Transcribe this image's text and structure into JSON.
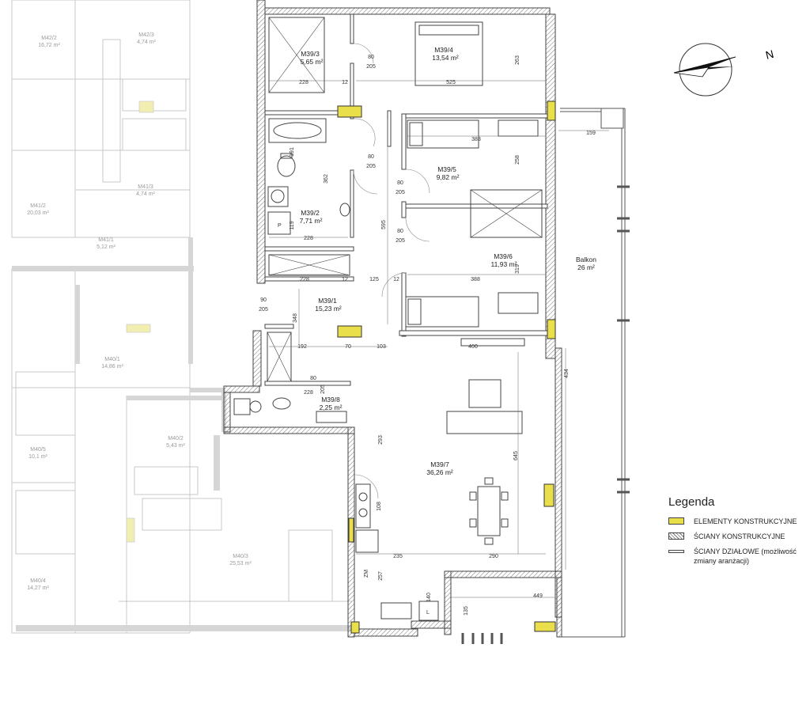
{
  "rooms": [
    {
      "id": "M39/3",
      "area": "5,65 m²"
    },
    {
      "id": "M39/4",
      "area": "13,54 m²"
    },
    {
      "id": "M39/5",
      "area": "9,82 m²"
    },
    {
      "id": "M39/2",
      "area": "7,71 m²"
    },
    {
      "id": "M39/6",
      "area": "11,93 m²"
    },
    {
      "id": "M39/1",
      "area": "15,23 m²"
    },
    {
      "id": "M39/8",
      "area": "2,25 m²"
    },
    {
      "id": "M39/7",
      "area": "36,26 m²"
    },
    {
      "id": "Balkon",
      "area": "26 m²"
    }
  ],
  "neighbor_rooms": [
    {
      "id": "M42/2",
      "area": "16,72 m²"
    },
    {
      "id": "M42/3",
      "area": "4,74 m²"
    },
    {
      "id": "M41/2",
      "area": "20,03 m²"
    },
    {
      "id": "M41/3",
      "area": "4,74 m²"
    },
    {
      "id": "M41/1",
      "area": "5,12 m²"
    },
    {
      "id": "M40/1",
      "area": "14,86 m²"
    },
    {
      "id": "M40/2",
      "area": "5,43 m²"
    },
    {
      "id": "M40/5",
      "area": "10,1 m²"
    },
    {
      "id": "M40/3",
      "area": "25,53 m²"
    },
    {
      "id": "M40/4",
      "area": "14,27 m²"
    }
  ],
  "dimensions": [
    "228",
    "12",
    "525",
    "80",
    "205",
    "263",
    "388",
    "258",
    "159",
    "191",
    "362",
    "119",
    "595",
    "125",
    "319",
    "90",
    "348",
    "192",
    "70",
    "103",
    "400",
    "434",
    "293",
    "645",
    "108",
    "235",
    "290",
    "257",
    "140",
    "135",
    "449"
  ],
  "appliance_labels": {
    "fridge": "ZM",
    "washer": "P",
    "laundry": "L"
  },
  "compass_label": "N",
  "legend": {
    "title": "Legenda",
    "items": [
      {
        "label": "ELEMENTY KONSTRUKCYJNE",
        "swatch": "#e8df4a"
      },
      {
        "label": "ŚCIANY KONSTRUKCYJNE",
        "swatch": "hatch"
      },
      {
        "label": "ŚCIANY DZIAŁOWE (możliwość zmiany aranżacji)",
        "swatch": "outline"
      }
    ]
  },
  "colors": {
    "structural": "#e8df4a",
    "wall": "#555555",
    "ghost": "#bdbdbd"
  }
}
